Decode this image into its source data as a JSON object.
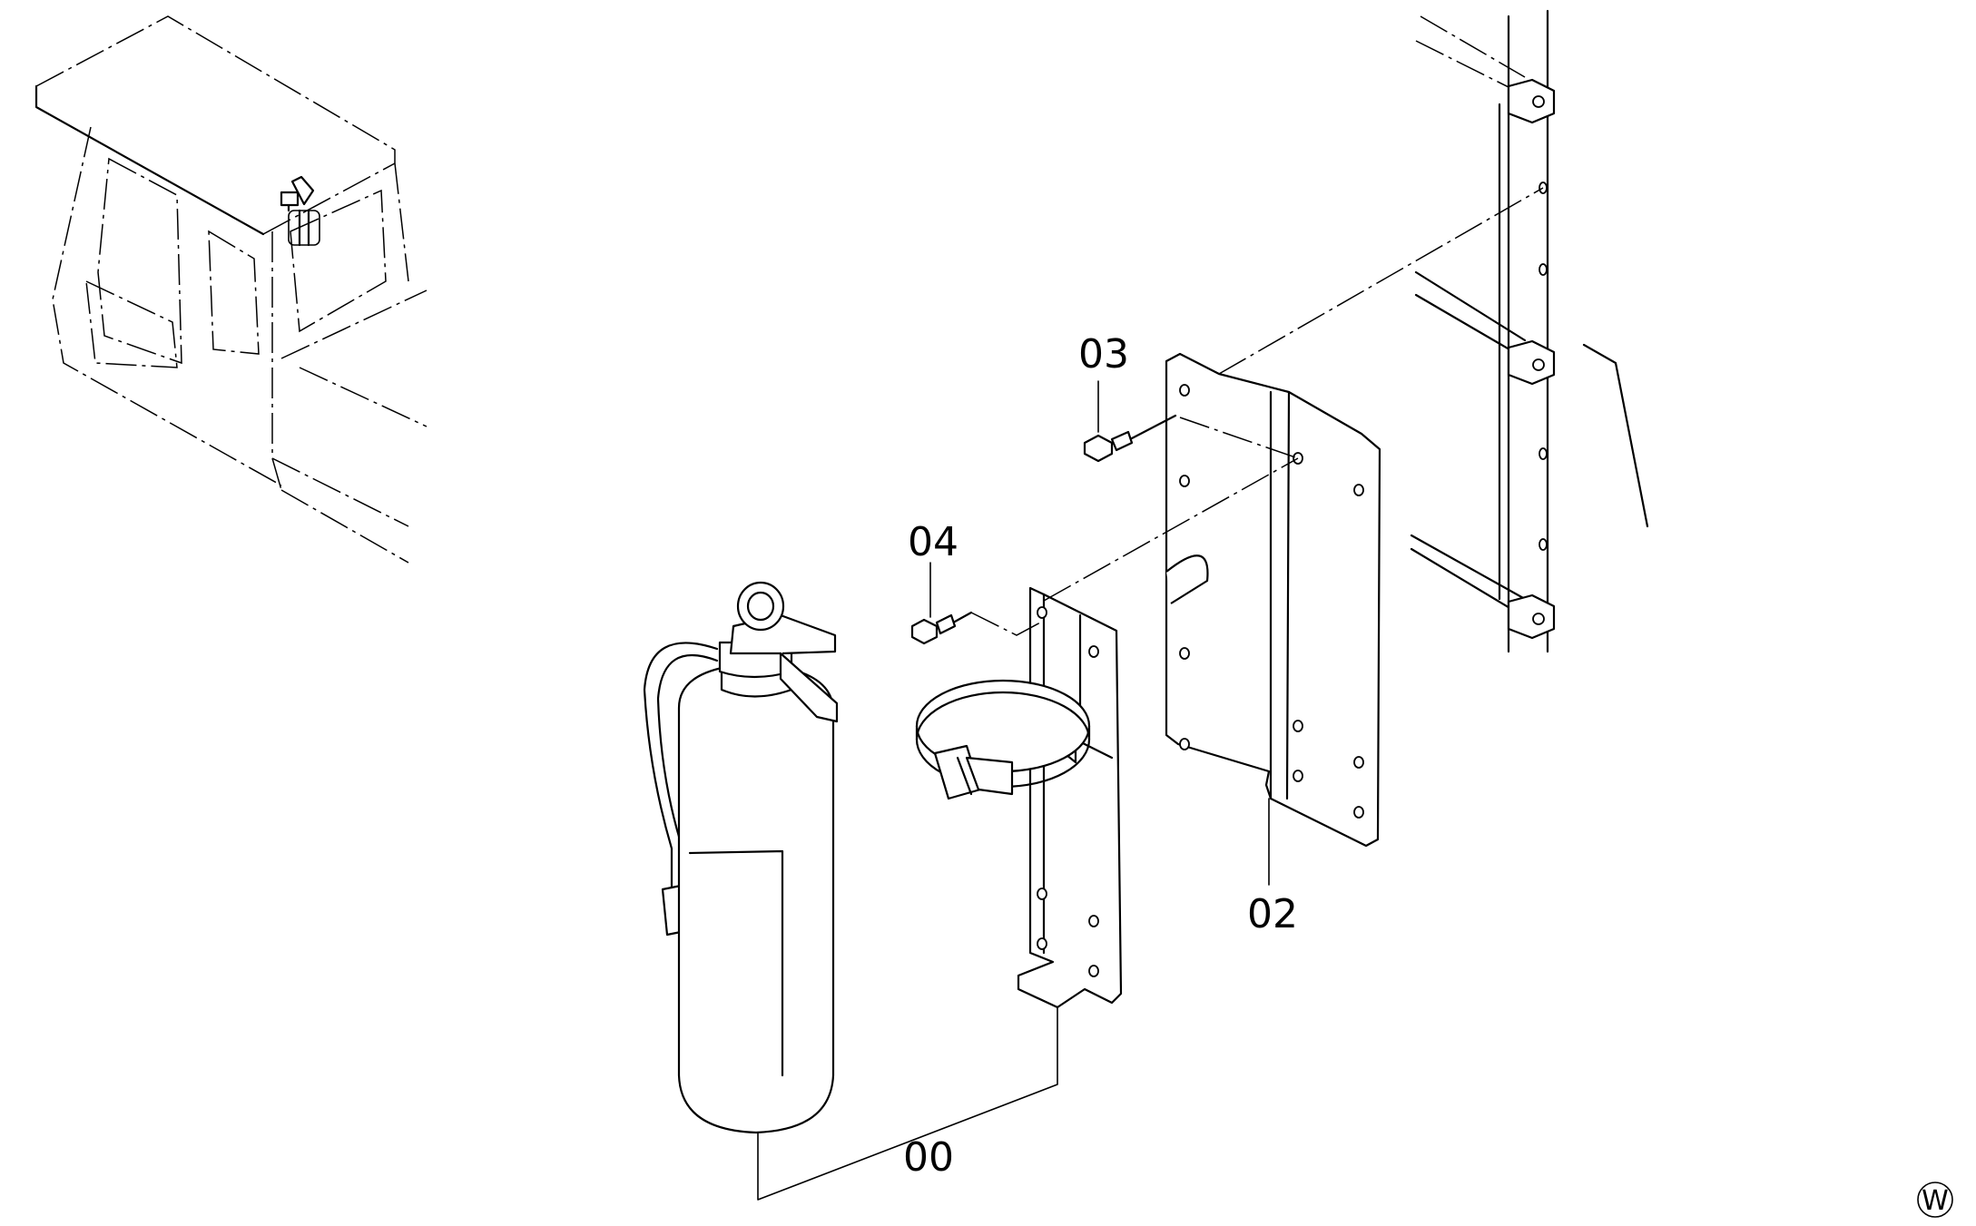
{
  "labels": {
    "assembly": "00",
    "bracket": "02",
    "bolt_upper": "03",
    "bolt_lower": "04"
  },
  "corner_mark": "W"
}
